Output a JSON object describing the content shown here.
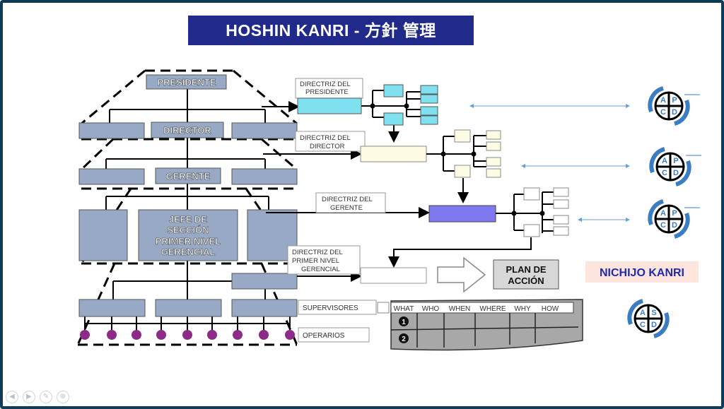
{
  "title": "HOSHIN KANRI   -   方針 管理",
  "org": {
    "presidente": "PRESIDENTE",
    "director": "DIRECTOR",
    "gerente": "GERENTE",
    "jefe_lines": [
      "JEFE DE",
      "SECCIÓN",
      "PRIMER NIVEL",
      "GERENCIAL"
    ],
    "supervisores": "SUPERVISORES",
    "operarios": "OPERARIOS"
  },
  "directrices": {
    "presidente": [
      "DIRECTRIZ DEL",
      "PRESIDENTE"
    ],
    "director": [
      "DIRECTRIZ DEL",
      "DIRECTOR"
    ],
    "gerente": [
      "DIRECTRIZ DEL",
      "GERENTE"
    ],
    "primer_nivel": [
      "DIRECTRIZ DEL",
      "PRIMER NIVEL",
      "GERENCIAL"
    ]
  },
  "plan_de_accion": [
    "PLAN DE",
    "ACCIÓN"
  ],
  "nichijo_kanri": "NICHIJO KANRI",
  "table_headers": [
    "WHAT",
    "WHO",
    "WHEN",
    "WHERE",
    "WHY",
    "HOW"
  ],
  "table_rows": [
    "1",
    "2"
  ],
  "cycle_apcd": [
    "A",
    "P",
    "C",
    "D"
  ],
  "cycle_ascd": [
    "A",
    "S",
    "C",
    "D"
  ],
  "colors": {
    "navy": "#1f2a8a",
    "slate_box": "#97a9c4",
    "cyan": "#7fe0f0",
    "cream": "#fdfbe4",
    "violet": "#7f78ef",
    "operario": "#8e2b88",
    "cycle_blue": "#3b7dc2",
    "nichijo_bg": "#fde4dc"
  }
}
